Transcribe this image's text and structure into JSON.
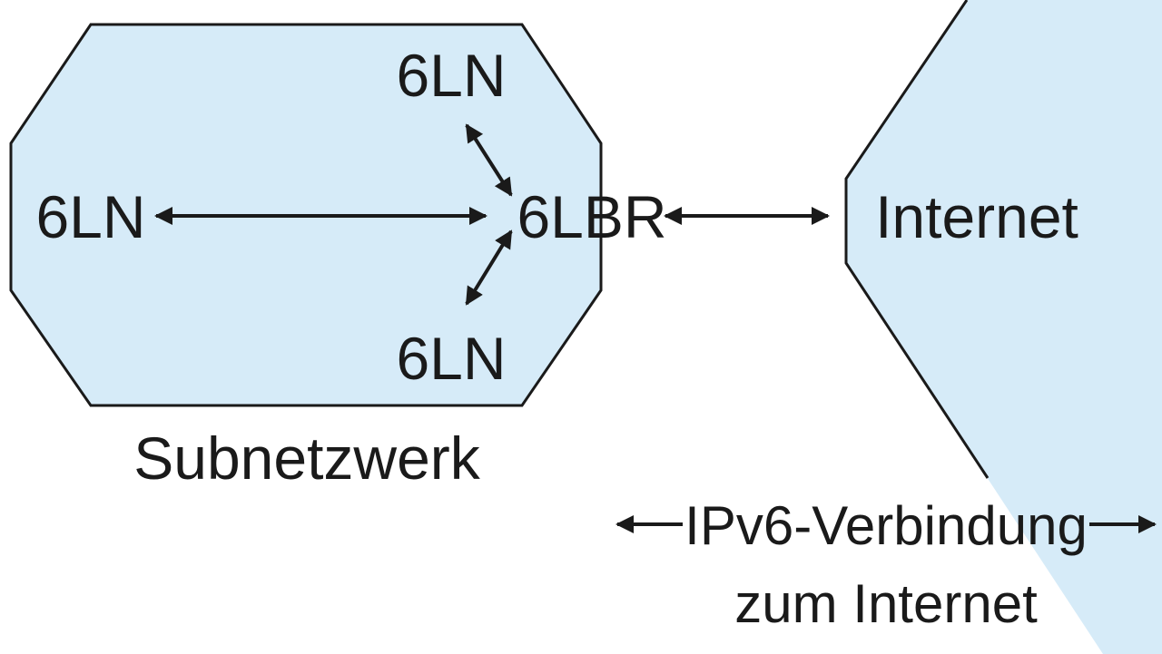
{
  "colors": {
    "region_fill": "#d6ebf8",
    "outline": "#1a1a1a",
    "text": "#1a1a1a",
    "background": "#ffffff"
  },
  "diagram": {
    "subnet": {
      "node_top": "6LN",
      "node_left": "6LN",
      "node_bottom": "6LN",
      "router": "6LBR",
      "caption": "Subnetzwerk"
    },
    "internet": {
      "label": "Internet"
    },
    "connection": {
      "line1": "IPv6-Verbindung",
      "line2": "zum Internet"
    }
  }
}
